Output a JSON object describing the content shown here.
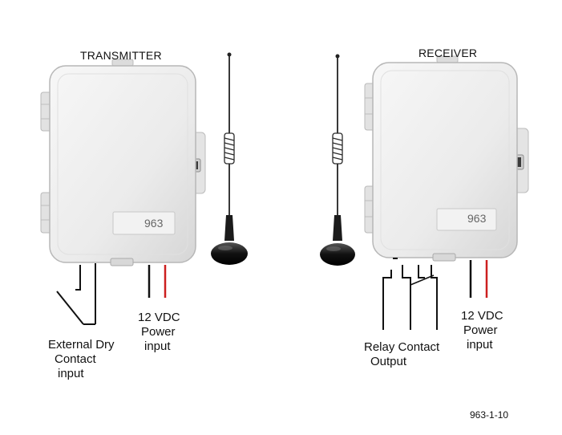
{
  "transmitter": {
    "title": "TRANSMITTER",
    "badge": "963",
    "contact_label": [
      "External Dry",
      "Contact",
      "input"
    ],
    "power_label": [
      "12 VDC",
      "Power",
      "input"
    ]
  },
  "receiver": {
    "title": "RECEIVER",
    "badge": "963",
    "relay_label": [
      "Relay Contact",
      "Output"
    ],
    "power_label": [
      "12 VDC",
      "Power",
      "input"
    ]
  },
  "figure_code": "963-1-10",
  "colors": {
    "enclosure": "#ececec",
    "wire_black": "#111111",
    "wire_red": "#cc1f1f",
    "antenna": "#1a1a1a"
  }
}
